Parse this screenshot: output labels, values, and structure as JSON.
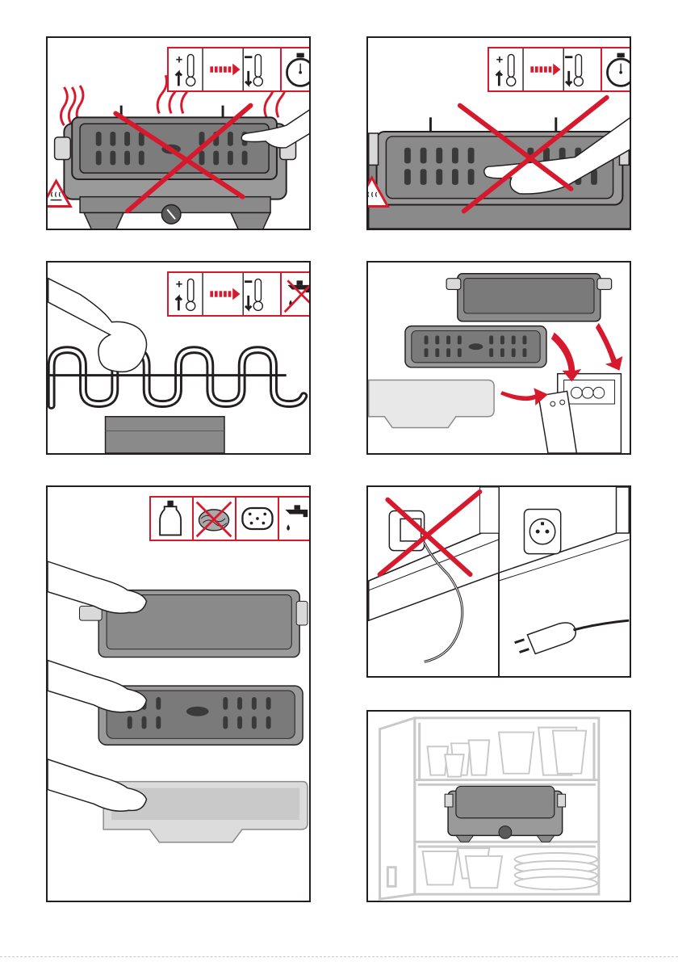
{
  "page": {
    "background": "#ffffff",
    "border_color": "#231f20",
    "accent_color": "#d7192d",
    "metal_gray": "#8a8a8a",
    "light_gray": "#c9c9c9"
  },
  "panels": [
    {
      "id": "p1",
      "content": [
        "hand-touching-hot-plate",
        "heat-waves",
        "hot-surface-warning-icon",
        "cool-down-icons",
        "timer-icon",
        "red-cross"
      ]
    },
    {
      "id": "p2",
      "content": [
        "hand-removing-plate",
        "hot-surface-warning-icon",
        "cool-down-icons",
        "timer-icon",
        "red-cross"
      ]
    },
    {
      "id": "p3",
      "content": [
        "hand-wiping-heating-element",
        "cool-down-icons",
        "no-water-icon"
      ]
    },
    {
      "id": "p4",
      "content": [
        "drip-tray",
        "grill-plate",
        "water-tray",
        "dishwasher",
        "red-arrows"
      ]
    },
    {
      "id": "p5",
      "content": [
        "detergent-icon",
        "no-scouring-pad-icon",
        "sponge-icon",
        "water-tap-icon",
        "hands-cleaning-parts"
      ]
    },
    {
      "id": "p6",
      "content": [
        "do-not-pull-cord",
        "unplug-properly"
      ]
    },
    {
      "id": "p7",
      "content": [
        "store-in-cupboard"
      ]
    }
  ]
}
